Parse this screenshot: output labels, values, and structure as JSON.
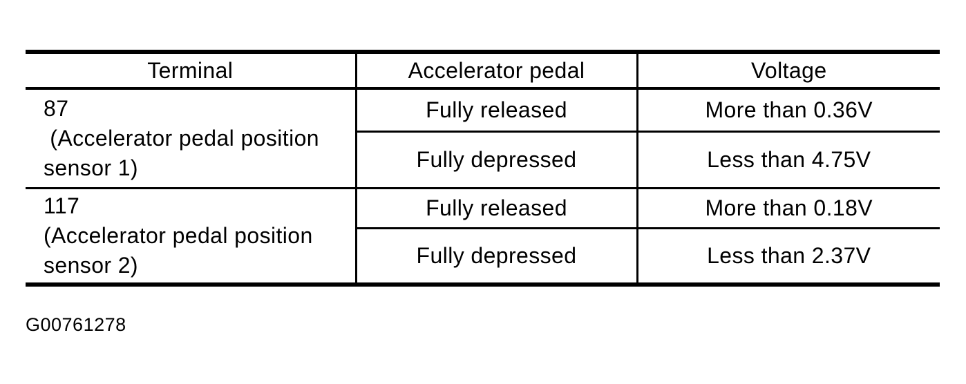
{
  "figure_id": "G00761278",
  "colors": {
    "ink": "#000000",
    "paper": "#ffffff"
  },
  "table": {
    "columns": [
      "Terminal",
      "Accelerator pedal",
      "Voltage"
    ],
    "groups": [
      {
        "terminal": "87\n (Accelerator pedal position\nsensor 1)",
        "rows": [
          {
            "pedal": "Fully released",
            "voltage": "More than 0.36V"
          },
          {
            "pedal": "Fully depressed",
            "voltage": "Less than 4.75V"
          }
        ]
      },
      {
        "terminal": "117\n(Accelerator pedal position\nsensor 2)",
        "rows": [
          {
            "pedal": "Fully released",
            "voltage": "More than 0.18V"
          },
          {
            "pedal": "Fully depressed",
            "voltage": "Less than 2.37V"
          }
        ]
      }
    ]
  },
  "chart_data": {
    "type": "table",
    "title": "",
    "columns": [
      "Terminal",
      "Accelerator pedal",
      "Voltage"
    ],
    "rows": [
      [
        "87 (Accelerator pedal position sensor 1)",
        "Fully released",
        "More than 0.36V"
      ],
      [
        "87 (Accelerator pedal position sensor 1)",
        "Fully depressed",
        "Less than 4.75V"
      ],
      [
        "117 (Accelerator pedal position sensor 2)",
        "Fully released",
        "More than 0.18V"
      ],
      [
        "117 (Accelerator pedal position sensor 2)",
        "Fully depressed",
        "Less than 2.37V"
      ]
    ]
  }
}
